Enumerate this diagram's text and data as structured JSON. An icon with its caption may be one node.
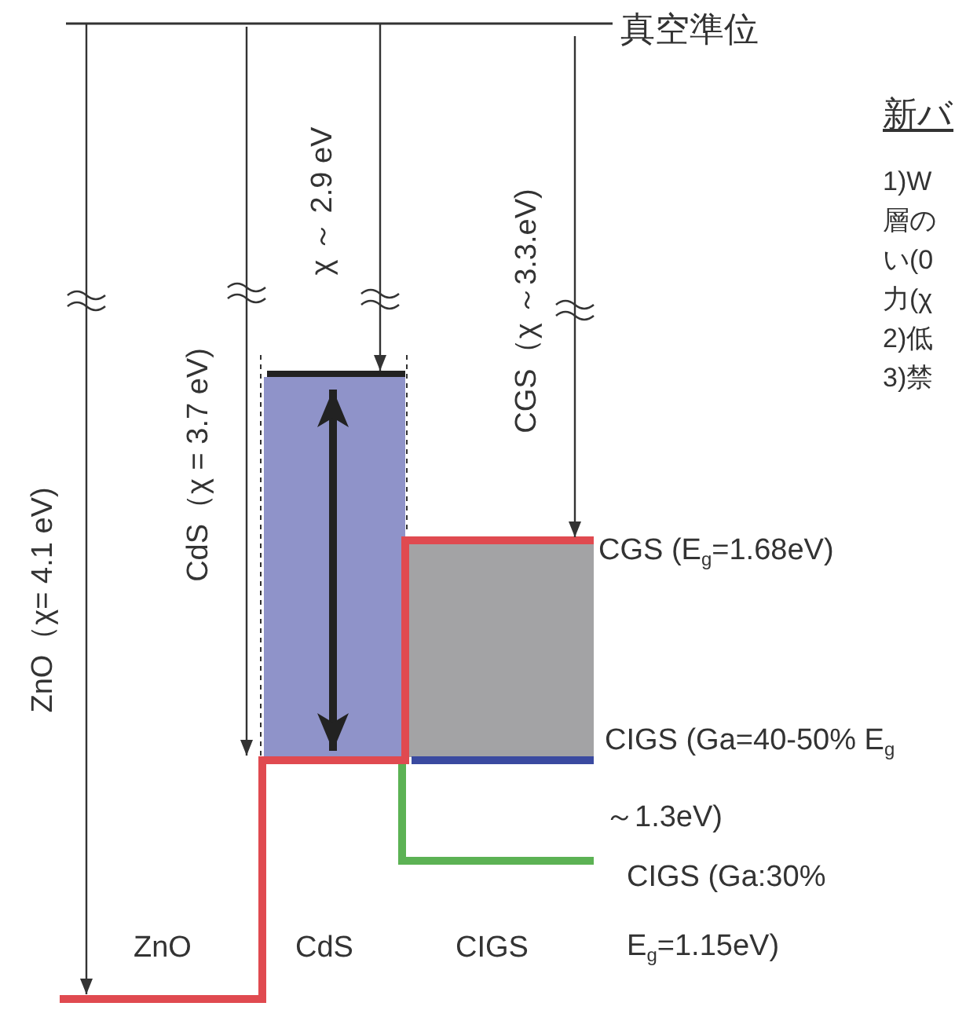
{
  "diagram": {
    "labels": [
      "真空準位",
      "新バ",
      "1)W",
      "層の",
      "い(0",
      "力(χ",
      "2)低",
      "3)禁",
      "ZnO（χ= 4.1 eV)",
      "CdS（χ = 3.7 eV)",
      "χ ～ 2.9 eV",
      "CGS（χ ～3.3.eV)",
      "CGS (E$_{g}$=1.68eV)",
      "CIGS (Ga=40-50% E$_{g}$～1.3eV)",
      "CIGS (Ga:30% E$_{g}$=1.15eV)",
      "ZnO",
      "CdS",
      "CIGS"
    ]
  }
}
